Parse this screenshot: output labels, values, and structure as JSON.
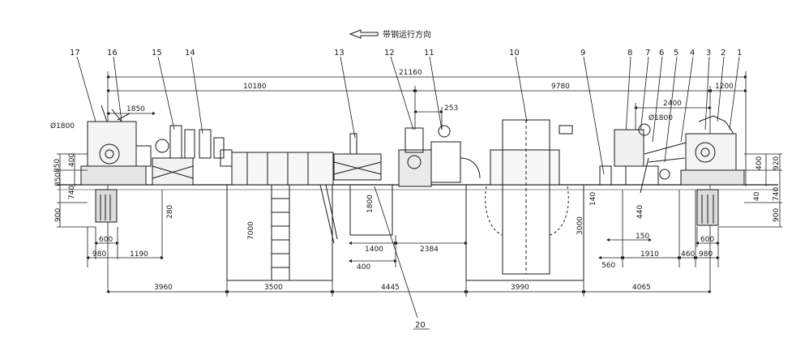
{
  "diagram": {
    "direction_label": "带钢运行方向",
    "part_labels": [
      "1",
      "2",
      "3",
      "4",
      "5",
      "6",
      "7",
      "8",
      "9",
      "10",
      "11",
      "12",
      "13",
      "14",
      "15",
      "16",
      "17",
      "20"
    ],
    "dimensions": {
      "overall": "21160",
      "left_span": "10180",
      "right_span": "9780",
      "top_right": "1200",
      "span_2400": "2400",
      "span_1850": "1850",
      "span_253": "253",
      "dia_left": "Ø1800",
      "dia_right": "Ø1800",
      "left_850_a": "850",
      "left_400": "400",
      "left_850_b": "850",
      "left_740": "740",
      "left_900": "900",
      "left_600": "600",
      "left_980": "980",
      "left_1190": "1190",
      "left_280": "280",
      "right_400": "400",
      "right_920": "920",
      "right_40": "40",
      "right_740": "740",
      "right_900": "900",
      "right_600": "600",
      "right_980": "980",
      "right_460": "460",
      "right_1910": "1910",
      "right_560": "560",
      "right_150": "150",
      "right_440": "440",
      "right_140": "140",
      "pit_7000": "7000",
      "pit_1800": "1800",
      "pit_1400": "1400",
      "pit_2384": "2384",
      "pit_400": "400",
      "pit_3000": "3000",
      "bottom_3960": "3960",
      "bottom_3500": "3500",
      "bottom_4445": "4445",
      "bottom_3990": "3990",
      "bottom_4065": "4065"
    }
  }
}
